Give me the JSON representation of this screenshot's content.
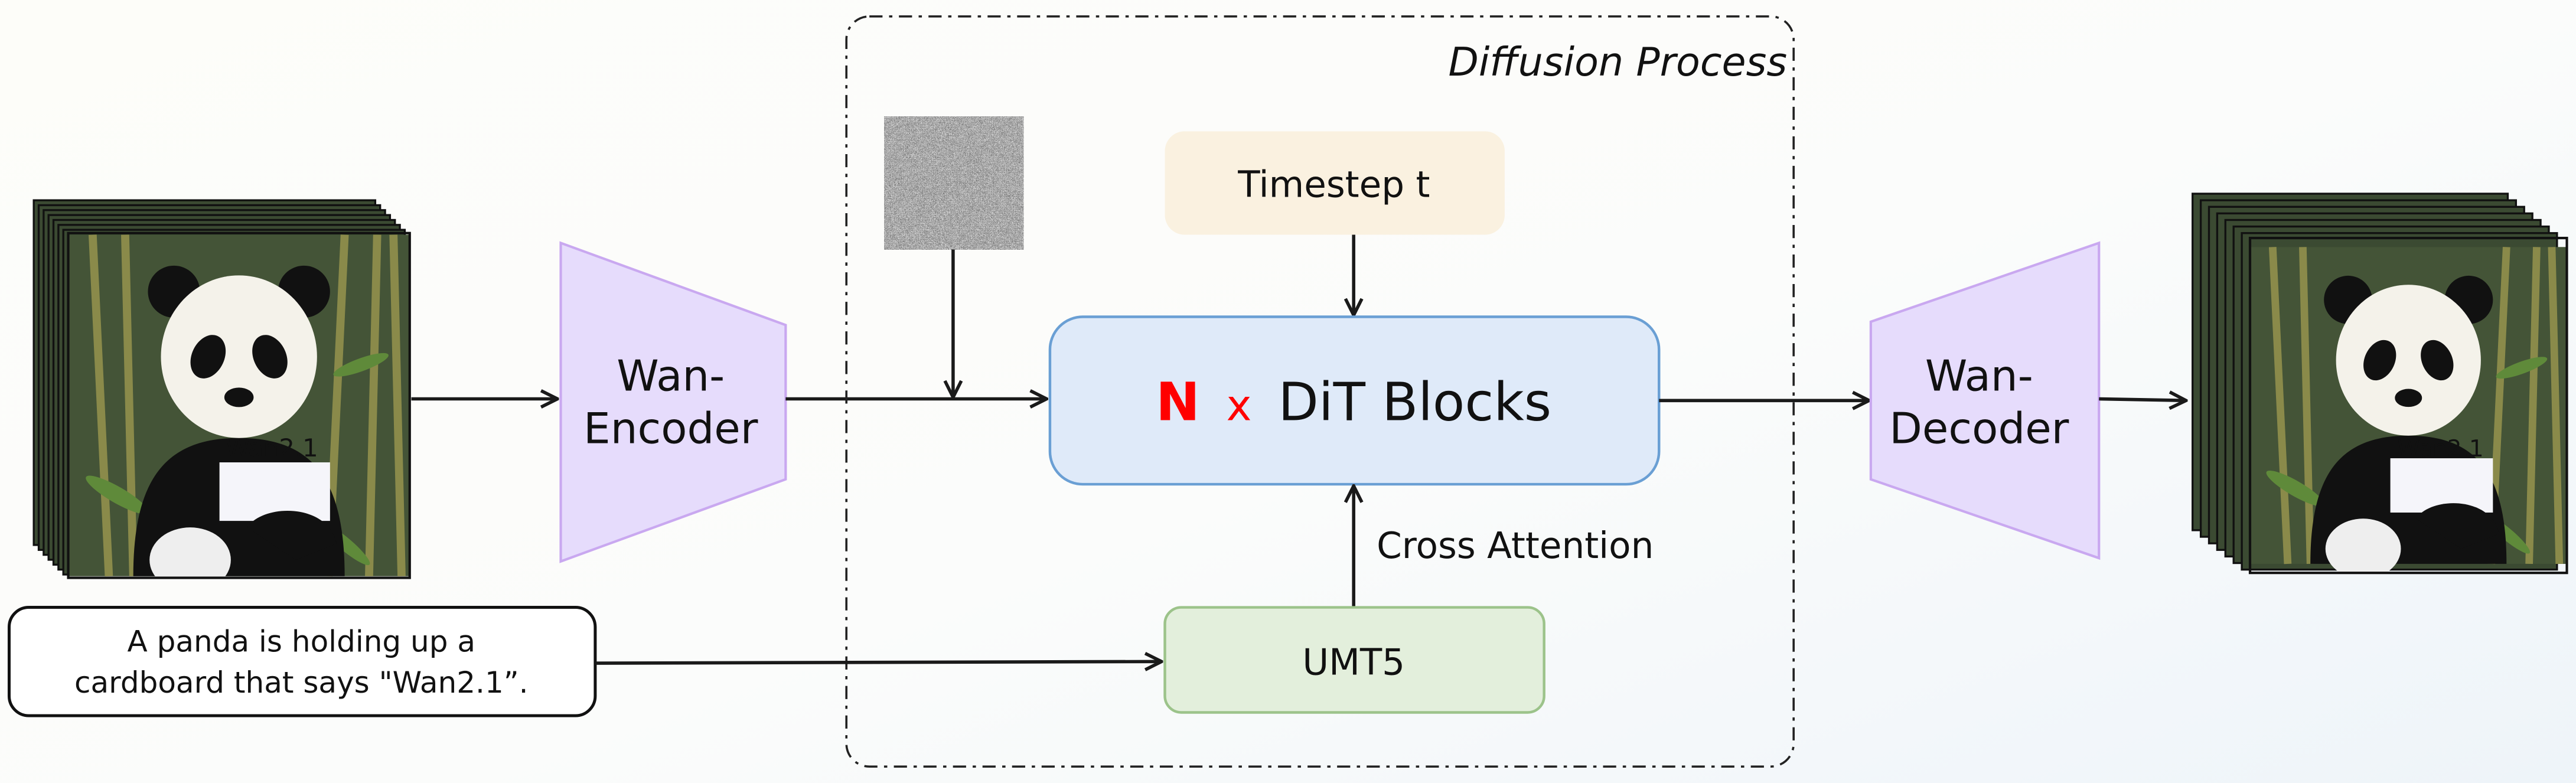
{
  "diagram": {
    "input_video": {
      "sign_text": "Wan2.1"
    },
    "output_video": {
      "sign_text": "Wan2.1"
    },
    "encoder": {
      "label_line1": "Wan-",
      "label_line2": "Encoder",
      "color": "#e6dcfc",
      "stroke": "#c9a8f0"
    },
    "decoder": {
      "label_line1": "Wan-",
      "label_line2": "Decoder",
      "color": "#e6dcfc",
      "stroke": "#c9a8f0"
    },
    "prompt": {
      "line1": "A panda is holding up a",
      "line2": "cardboard that says \"Wan2.1”."
    },
    "diffusion": {
      "title": "Diffusion Process"
    },
    "timestep": {
      "label": "Timestep t",
      "color": "#faf1e0"
    },
    "dit": {
      "n": "N",
      "x": "x",
      "label": "DiT Blocks",
      "color": "#dfeaf9",
      "stroke": "#6a9fd4",
      "accent": "#ff0000"
    },
    "cross_attention": {
      "label": "Cross Attention"
    },
    "umt5": {
      "label": "UMT5",
      "color": "#e3efdc",
      "stroke": "#9cc38a"
    }
  }
}
